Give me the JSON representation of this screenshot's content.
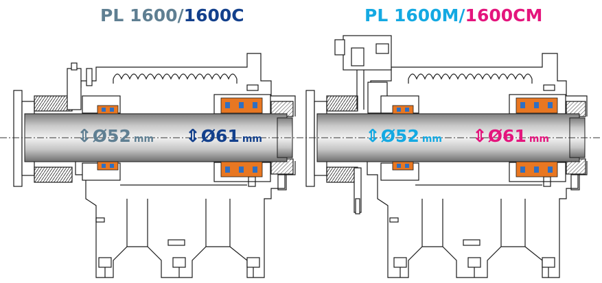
{
  "titles": {
    "left_part1": "PL 1600/",
    "left_part2": "1600C",
    "right_part1": "PL 1600M/",
    "right_part2": "1600CM"
  },
  "dimensions": {
    "left_small": {
      "arrow": "⇕",
      "value": "Ø52",
      "unit": "mm"
    },
    "left_large": {
      "arrow": "⇕",
      "value": "Ø61",
      "unit": "mm"
    },
    "right_small": {
      "arrow": "⇕",
      "value": "Ø52",
      "unit": "mm"
    },
    "right_large": {
      "arrow": "⇕",
      "value": "Ø61",
      "unit": "mm"
    }
  },
  "colors": {
    "title_gray": "#5f7f92",
    "title_navy": "#13408c",
    "title_cyan": "#14a9e2",
    "title_magenta": "#e4157d",
    "bearing_orange": "#e87722",
    "bearing_blue": "#2f6fc2",
    "spindle_gray": "#a8a8a8",
    "line_black": "#1a1a1a"
  }
}
